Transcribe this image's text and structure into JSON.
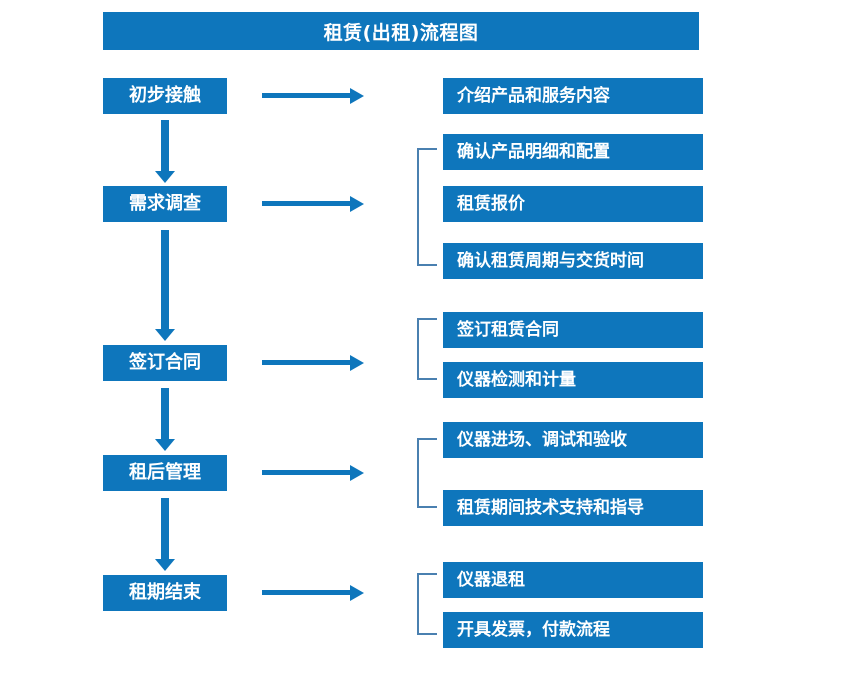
{
  "diagram": {
    "title": "租赁(出租)流程图",
    "accent_color": "#0E76BC",
    "bracket_color": "#4A80B0",
    "text_color": "#FFFFFF",
    "background_color": "#FFFFFF"
  },
  "stages": [
    {
      "id": "stage-1",
      "label": "初步接触"
    },
    {
      "id": "stage-2",
      "label": "需求调查"
    },
    {
      "id": "stage-3",
      "label": "签订合同"
    },
    {
      "id": "stage-4",
      "label": "租后管理"
    },
    {
      "id": "stage-5",
      "label": "租期结束"
    }
  ],
  "details": [
    {
      "id": "detail-1-1",
      "label": "介绍产品和服务内容"
    },
    {
      "id": "detail-2-1",
      "label": "确认产品明细和配置"
    },
    {
      "id": "detail-2-2",
      "label": "租赁报价"
    },
    {
      "id": "detail-2-3",
      "label": "确认租赁周期与交货时间"
    },
    {
      "id": "detail-3-1",
      "label": "签订租赁合同"
    },
    {
      "id": "detail-3-2",
      "label": "仪器检测和计量"
    },
    {
      "id": "detail-4-1",
      "label": "仪器进场、调试和验收"
    },
    {
      "id": "detail-4-2",
      "label": "租赁期间技术支持和指导"
    },
    {
      "id": "detail-5-1",
      "label": "仪器退租"
    },
    {
      "id": "detail-5-2",
      "label": "开具发票，付款流程"
    }
  ],
  "connectors": {
    "vertical_arrow_icon": "arrow-down-icon",
    "horizontal_arrow_icon": "arrow-right-icon",
    "group_bracket_icon": "group-bracket-icon"
  }
}
